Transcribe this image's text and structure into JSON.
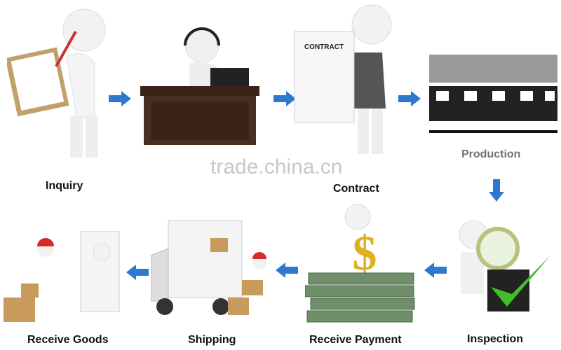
{
  "watermark": "trade.china.cn",
  "colors": {
    "arrow": "#2f78d0",
    "text": "#111111",
    "money": "#6f8f6a",
    "check": "#3fbf2a",
    "box": "#c89a5c",
    "cap": "#d62a2a"
  },
  "steps": [
    {
      "label": "Inquiry",
      "icon": "clipboard-person-icon"
    },
    {
      "label": "Contract",
      "icon": "contract-person-icon"
    },
    {
      "label": "Production",
      "icon": "factory-workers-icon"
    },
    {
      "label": "Inspection",
      "icon": "magnifier-check-icon"
    },
    {
      "label": "Receive Payment",
      "icon": "money-person-icon"
    },
    {
      "label": "Shipping",
      "icon": "truck-icon"
    },
    {
      "label": "Receive Goods",
      "icon": "delivery-door-icon"
    }
  ]
}
